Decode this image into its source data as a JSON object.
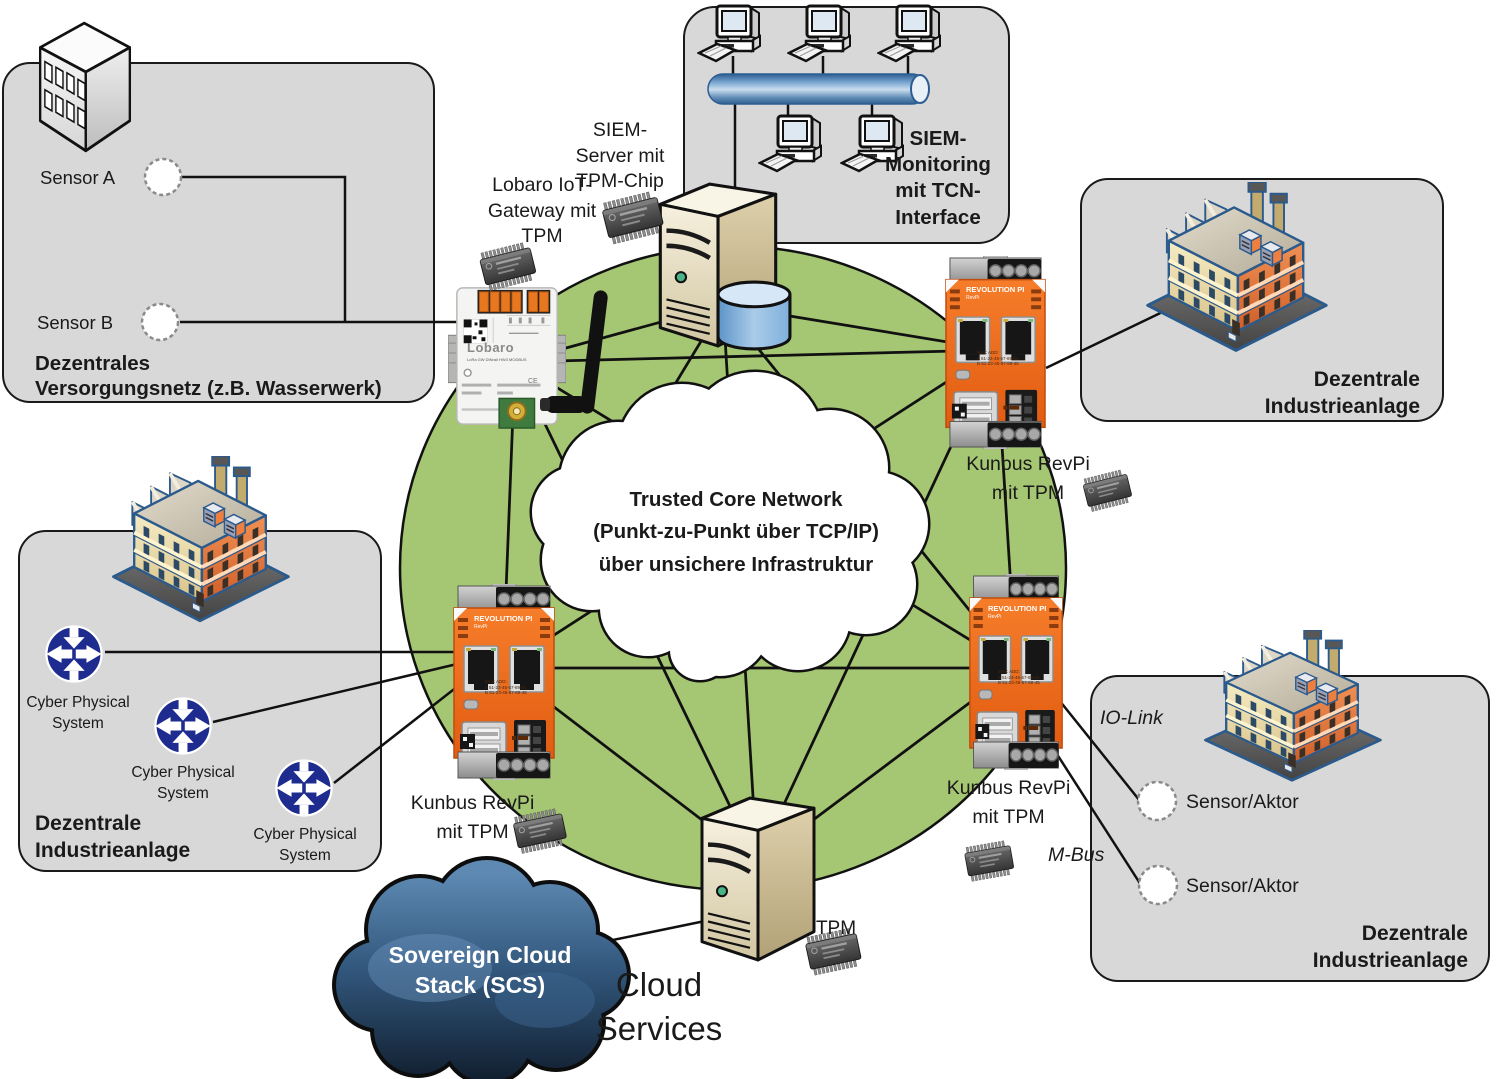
{
  "diagram": {
    "center_cloud": {
      "label": "Trusted Core Network\n(Punkt-zu-Punkt über TCP/IP)\nüber unsichere Infrastruktur"
    },
    "versorgungsnetz": {
      "title": "Dezentrales\nVersorgungsnetz (z.B. Wasserwerk)",
      "sensor_a": "Sensor A",
      "sensor_b": "Sensor B"
    },
    "siem": {
      "box_label": "SIEM-\nMonitoring\nmit TCN-\nInterface",
      "server_label": "SIEM-\nServer mit\nTPM-Chip"
    },
    "lobaro": {
      "label": "Lobaro IoT-\nGateway mit\nTPM",
      "brand": "Lobaro",
      "device_line": "LoRa GW DINrail HW3 MODBUS",
      "ce_mark": "CE"
    },
    "industrieanlage_right": {
      "title": "Dezentrale\nIndustrieanlage"
    },
    "industrieanlage_left": {
      "title": "Dezentrale\nIndustrieanlage",
      "cps_label": "Cyber Physical\nSystem"
    },
    "industrieanlage_bottom": {
      "title": "Dezentrale\nIndustrieanlage",
      "io_link": "IO-Link",
      "m_bus": "M-Bus",
      "sensor_aktor_1": "Sensor/Aktor",
      "sensor_aktor_2": "Sensor/Aktor"
    },
    "kunbus_top": {
      "label": "Kunbus RevPi\nmit TPM"
    },
    "kunbus_left": {
      "label": "Kunbus RevPi\nmit TPM"
    },
    "kunbus_bottom": {
      "label": "Kunbus RevPi\nmit TPM"
    },
    "revpi": {
      "brand": "REVOLUTION PI",
      "model": "RevPi",
      "mac": "MAC ADD:\nA  51-23-45-67-89-01\nB  51-23-45-67-89-45"
    },
    "scs_cloud": {
      "label": "Sovereign Cloud\nStack (SCS)"
    },
    "cloud_services": {
      "label": "Cloud\nServices"
    },
    "tpm_chip": {
      "label": "TPM"
    }
  },
  "colors": {
    "box_gray": "#d8d8d8",
    "network_green": "#a5c673",
    "outline_black": "#111111",
    "cps_navy": "#1e2b8f",
    "revpi_orange": "#f06d22",
    "pipe_blue": "#5585b5",
    "scs_blue_light": "#5d89b2",
    "scs_blue_dark": "#16293f",
    "factory_cream": "#ecd9a0",
    "factory_orange": "#e07038",
    "factory_outline": "#2b5a8c",
    "server_beige": "#e8dfc2",
    "db_blue": "#8fbce4"
  },
  "icons": {
    "building-icon": "isometric office building",
    "factory-icon": "isometric factory with chimneys",
    "computer-icon": "desktop computer with keyboard",
    "bus-pipe-icon": "blue network bus pipe",
    "server-icon": "server tower",
    "database-icon": "blue cylinder database",
    "tpm-chip-icon": "TPM IC chip",
    "cps-router-icon": "navy circle with four arrows",
    "sensor-circle-icon": "dashed circle sensor port",
    "antenna-icon": "black LoRa antenna",
    "cloud-icon": "cloud outline",
    "revpi-device": "Kunbus Revolution Pi module",
    "lobaro-device": "Lobaro DIN-rail gateway"
  }
}
